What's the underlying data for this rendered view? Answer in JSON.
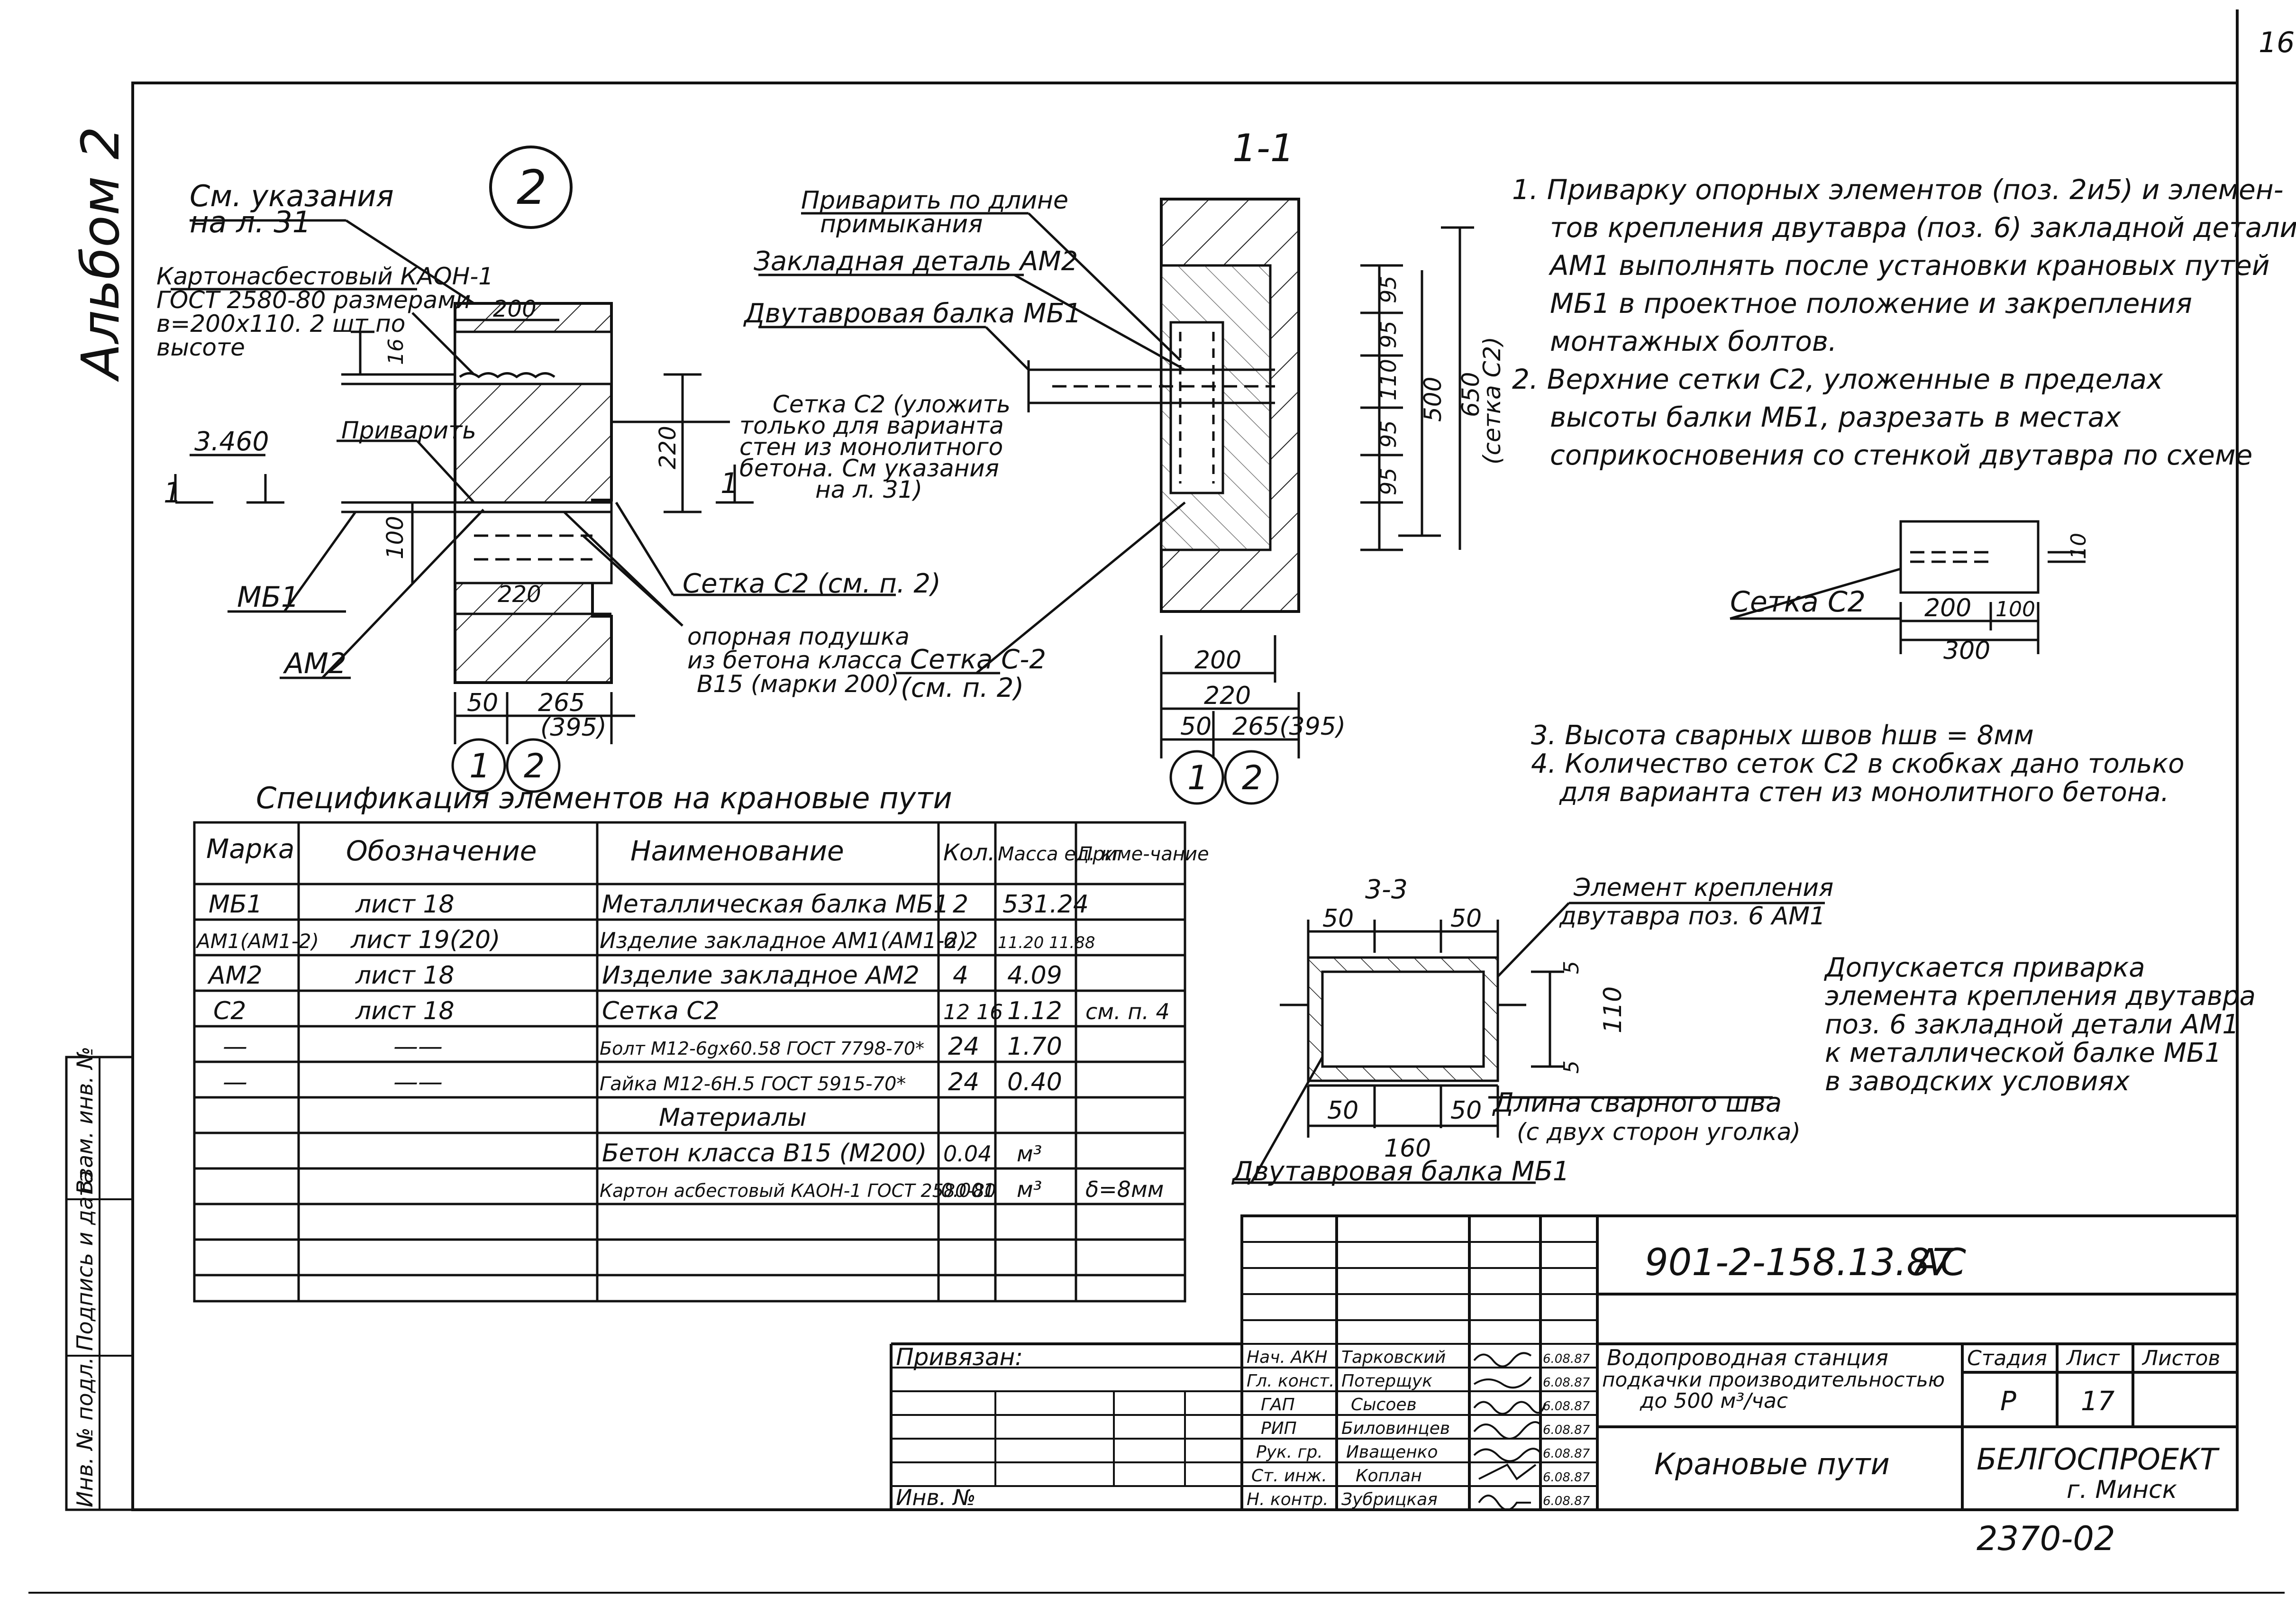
{
  "sheet_corner_number": "16",
  "side_album": "Альбом 2",
  "section_1_1_title": "1-1",
  "detail_2_circle": "2",
  "detail_left": {
    "note_see": "См. указания",
    "note_see2": "на л. 31",
    "karton_1": "Картонасбестовый КАОН-1",
    "karton_2": "ГОСТ 2580-80 размерами",
    "karton_3": "в=200х110. 2 шт по",
    "karton_4": "высоте",
    "weld_label": "Приварить",
    "dim_200": "200",
    "dim_16": "16",
    "dim_220v": "220",
    "dim_100": "100",
    "dim_220h": "220",
    "dim_50": "50",
    "dim_265": "265",
    "dim_395": "(395)",
    "level": "3.460",
    "cut_mark": "1",
    "mb1": "МБ1",
    "am2": "АМ2",
    "setka_c2_1": "Сетка С2 (уложить",
    "setka_c2_2": "только для варианта",
    "setka_c2_3": "стен из монолитного",
    "setka_c2_4": "бетона. См указания",
    "setka_c2_5": "на л. 31)",
    "setka_c2_pn": "Сетка С2 (см. п. 2)",
    "podushka_1": "опорная подушка",
    "podushka_2": "из бетона класса",
    "podushka_3": "В15 (марки 200)",
    "axis_1": "1",
    "axis_2": "2"
  },
  "detail_center": {
    "weld_len_1": "Приварить по длине",
    "weld_len_2": "примыкания",
    "zakladnaya": "Закладная деталь АМ2",
    "beam": "Двутавровая балка МБ1",
    "setka_c2b_1": "Сетка С-2",
    "setka_c2b_2": "(см. п. 2)",
    "dims_v": [
      "95",
      "95",
      "110",
      "95",
      "95"
    ],
    "dim_500": "500",
    "dim_650": "650",
    "dim_650_note": "(сетка С2)",
    "dim_200": "200",
    "dim_220": "220",
    "dim_50": "50",
    "dim_265": "265(395)",
    "axis_1": "1",
    "axis_2": "2"
  },
  "notes": [
    "1.  Приварку опорных элементов (поз. 2и5) и элемен-",
    "тов крепления двутавра (поз. 6) закладной детали",
    "АМ1 выполнять после установки крановых путей",
    "МБ1 в проектное положение и закрепления",
    "монтажных болтов.",
    "2.  Верхние сетки С2, уложенные в пределах",
    "высоты балки МБ1, разрезать в местах",
    "соприкосновения со стенкой двутавра по схеме"
  ],
  "setka_scheme": {
    "label": "Сетка С2",
    "dim_10": "10",
    "dim_200": "200",
    "dim_100": "100",
    "dim_300": "300"
  },
  "notes2": [
    "3.  Высота сварных швов  hшв = 8мм",
    "4.  Количество сеток С2 в скобках дано только",
    "для варианта стен из монолитного бетона."
  ],
  "spec_title": "Спецификация элементов на крановые пути",
  "spec_headers": [
    "Марка",
    "Обозначение",
    "Наименование",
    "Кол.",
    "Масса ед. кг",
    "Приме-чание"
  ],
  "spec_rows": [
    [
      "МБ1",
      "лист 18",
      "Металлическая балка МБ1",
      "2",
      "531.24",
      ""
    ],
    [
      "АМ1(АМ1-2)",
      "лист 19(20)",
      "Изделие закладное АМ1(АМ1-2)",
      "6 2",
      "11.20 11.88",
      ""
    ],
    [
      "АМ2",
      "лист 18",
      "Изделие закладное АМ2",
      "4",
      "4.09",
      ""
    ],
    [
      "С2",
      "лист 18",
      "Сетка С2",
      "12 16",
      "1.12",
      "см. п. 4"
    ],
    [
      "—",
      "——",
      "Болт М12-6gх60.58 ГОСТ 7798-70*",
      "24",
      "1.70",
      ""
    ],
    [
      "—",
      "——",
      "Гайка М12-6Н.5 ГОСТ 5915-70*",
      "24",
      "0.40",
      ""
    ],
    [
      "",
      "",
      "Материалы",
      "",
      "",
      ""
    ],
    [
      "",
      "",
      "Бетон класса В15 (М200)",
      "0.04",
      "м³",
      ""
    ],
    [
      "",
      "",
      "Картон асбестовый КАОН-1 ГОСТ 2580-80",
      "0.001",
      "м³",
      "δ=8мм"
    ],
    [
      "",
      "",
      "",
      "",
      "",
      ""
    ]
  ],
  "section_3_3": {
    "title": "3-3",
    "element_1": "Элемент крепления",
    "element_2": "двутавра поз. 6 АМ1",
    "dim_50a": "50",
    "dim_50b": "50",
    "dim_50c": "50",
    "dim_50d": "50",
    "dim_160": "160",
    "dim_110": "110",
    "dim_5a": "5",
    "dim_5b": "5",
    "weld_1": "Длина сварного шва",
    "weld_2": "(с двух сторон уголка)",
    "beam": "Двутавровая балка МБ1"
  },
  "permit_note": [
    "Допускается приварка",
    "элемента крепления двутавра",
    "поз. 6 закладной детали АМ1",
    "к металлической балке МБ1",
    "в заводских условиях"
  ],
  "title_block": {
    "code": "901-2-158.13.87",
    "set": "АС",
    "privyazan": "Привязан:",
    "inv": "Инв. №",
    "roles": [
      "Нач. АКН",
      "Гл. конст.",
      "ГАП",
      "РИП",
      "Рук. гр.",
      "Ст. инж.",
      "Н. контр."
    ],
    "names": [
      "Тарковский",
      "Потерщук",
      "Сысоев",
      "Биловинцев",
      "Иващенко",
      "Коплан",
      "Зубрицкая"
    ],
    "dates": [
      "6.08.87",
      "6.08.87",
      "6.08.87",
      "6.08.87",
      "6.08.87",
      "6.08.87",
      "6.08.87"
    ],
    "object_1": "Водопроводная станция",
    "object_2": "подкачки производительностью",
    "object_3": "до 500 м³/час",
    "sheet_name": "Крановые пути",
    "stage_h": "Стадия",
    "sheet_h": "Лист",
    "sheets_h": "Листов",
    "stage": "Р",
    "sheet": "17",
    "org_1": "БЕЛГОСПРОЕКТ",
    "org_2": "г. Минск",
    "archive": "2370-02"
  },
  "side_stamp": [
    "Инв. № подл.",
    "Подпись и дата",
    "Взам. инв. №"
  ]
}
